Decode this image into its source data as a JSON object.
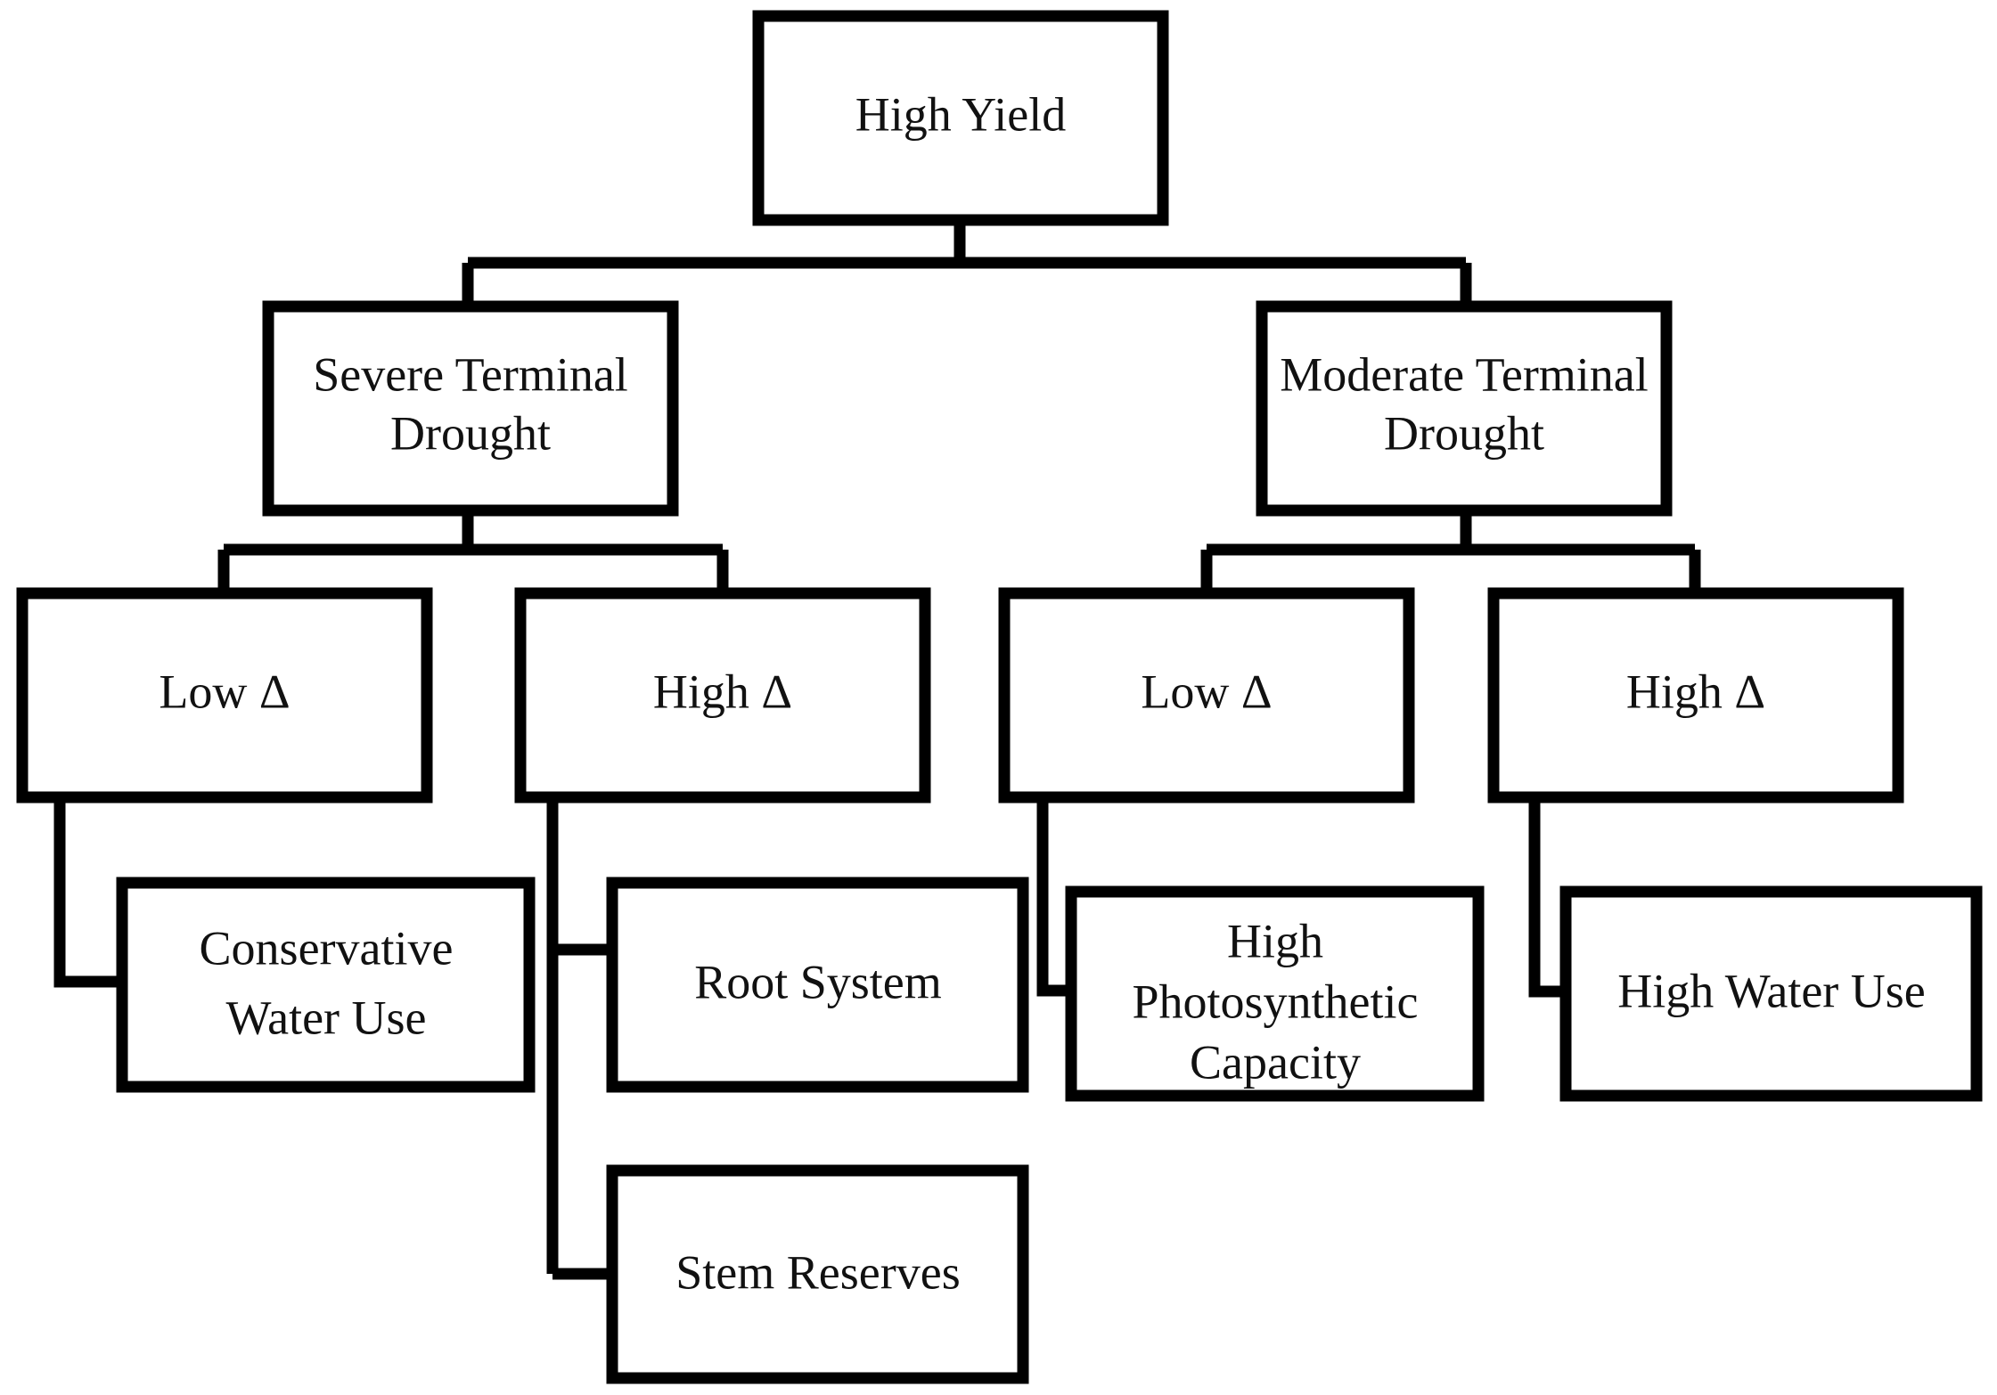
{
  "diagram": {
    "type": "hierarchy-flowchart",
    "title": "High Yield drought adaptation hierarchy",
    "background_color": "#ffffff",
    "box_fill_color": "#ffffff",
    "box_border_color": "#000000",
    "connector_color": "#000000",
    "text_color": "#111111",
    "nodes": {
      "root": {
        "label": "High Yield"
      },
      "severe_drought": {
        "line1": "Severe Terminal",
        "line2": "Drought"
      },
      "moderate_drought": {
        "line1": "Moderate Terminal",
        "line2": "Drought"
      },
      "severe_low_delta": {
        "label": "Low Δ"
      },
      "severe_high_delta": {
        "label": "High Δ"
      },
      "moderate_low_delta": {
        "label": "Low Δ"
      },
      "moderate_high_delta": {
        "label": "High Δ"
      },
      "conservative_water_use": {
        "line1": "Conservative",
        "line2": "Water Use"
      },
      "root_system": {
        "label": "Root System"
      },
      "stem_reserves": {
        "label": "Stem Reserves"
      },
      "high_photosynthetic_capacity": {
        "line1": "High",
        "line2": "Photosynthetic",
        "line3": "Capacity"
      },
      "high_water_use": {
        "label": "High Water Use"
      }
    },
    "edges": [
      {
        "from": "root",
        "to": "severe_drought"
      },
      {
        "from": "root",
        "to": "moderate_drought"
      },
      {
        "from": "severe_drought",
        "to": "severe_low_delta"
      },
      {
        "from": "severe_drought",
        "to": "severe_high_delta"
      },
      {
        "from": "moderate_drought",
        "to": "moderate_low_delta"
      },
      {
        "from": "moderate_drought",
        "to": "moderate_high_delta"
      },
      {
        "from": "severe_low_delta",
        "to": "conservative_water_use"
      },
      {
        "from": "severe_high_delta",
        "to": "root_system"
      },
      {
        "from": "severe_high_delta",
        "to": "stem_reserves"
      },
      {
        "from": "moderate_low_delta",
        "to": "high_photosynthetic_capacity"
      },
      {
        "from": "moderate_high_delta",
        "to": "high_water_use"
      }
    ]
  }
}
